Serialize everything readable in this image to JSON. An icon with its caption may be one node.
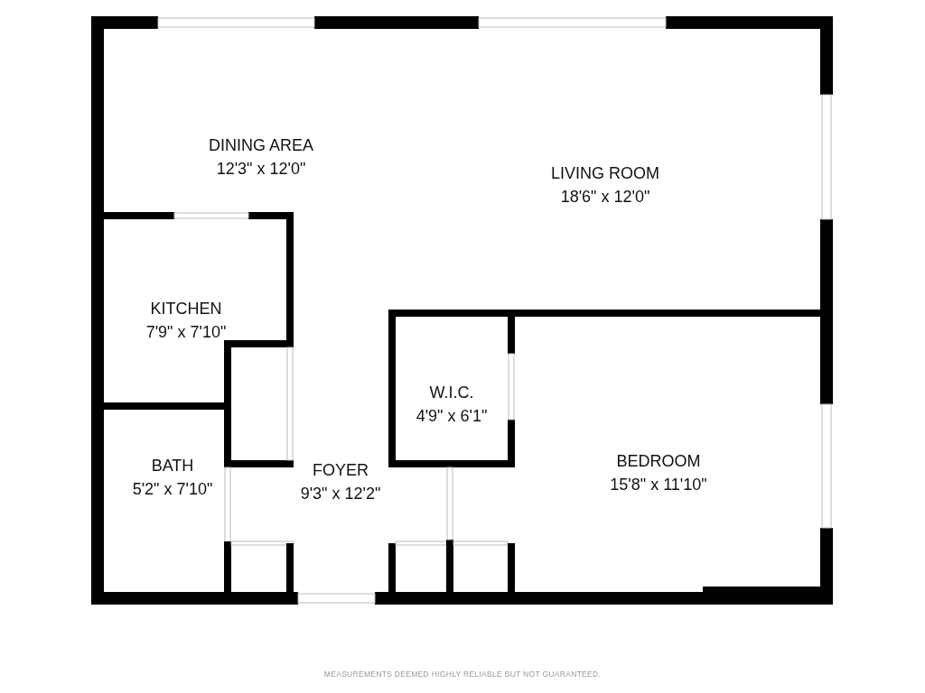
{
  "diagram": {
    "nodes": [
      {
        "text": [
          "DINING AREA",
          "12'3\" x 12'0\""
        ]
      },
      {
        "text": [
          "LIVING ROOM",
          "18'6\" x 12'0\""
        ]
      },
      {
        "text": [
          "KITCHEN",
          "7'9\" x 7'10\""
        ]
      },
      {
        "text": [
          "W.I.C.",
          "4'9\" x 6'1\""
        ]
      },
      {
        "text": [
          "BATH",
          "5'2\" x 7'10\""
        ]
      },
      {
        "text": [
          "FOYER",
          "9'3\" x 12'2\""
        ]
      },
      {
        "text": [
          "BEDROOM",
          "15'8\" x 11'10\""
        ]
      }
    ],
    "labels": [
      "MEASUREMENTS DEEMED HIGHLY RELIABLE BUT NOT GUARANTEED."
    ]
  }
}
